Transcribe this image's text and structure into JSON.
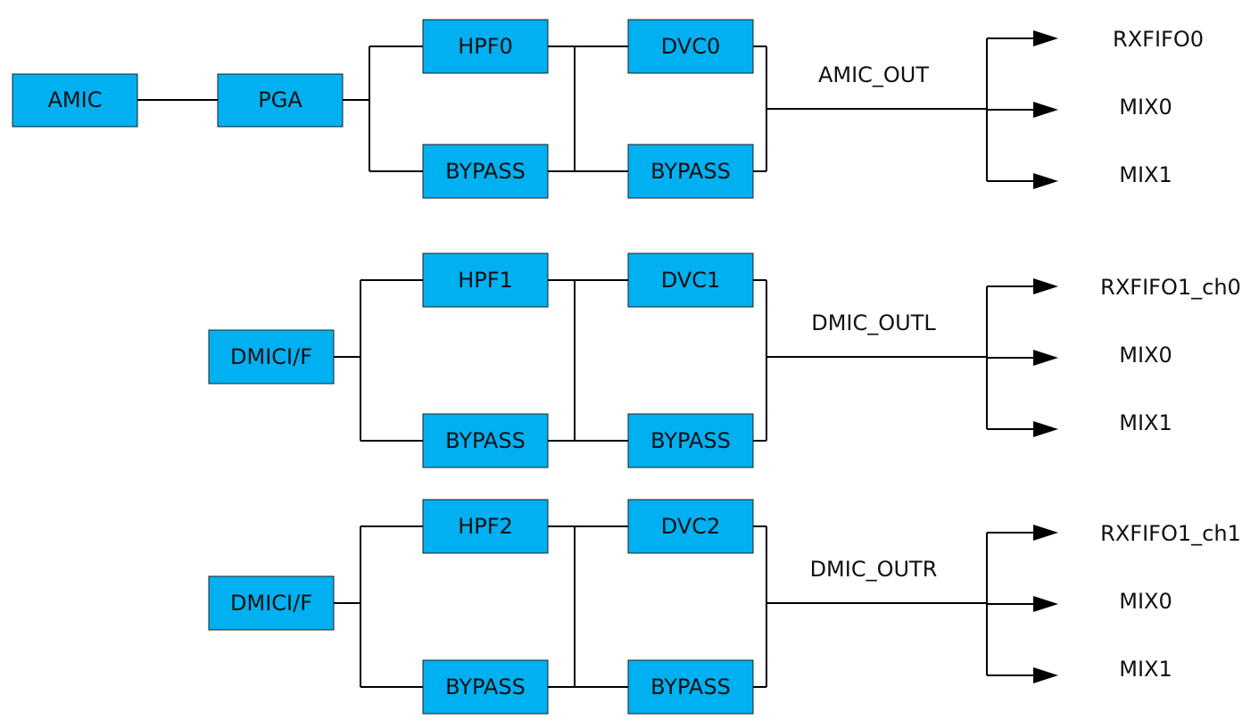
{
  "colors": {
    "block_fill": "#00b0f0",
    "line": "#000000"
  },
  "rows": [
    {
      "source": "AMIC",
      "pga": "PGA",
      "hpf": "HPF0",
      "hpf_bypass": "BYPASS",
      "dvc": "DVC0",
      "dvc_bypass": "BYPASS",
      "output": "AMIC_OUT",
      "destinations": [
        "RXFIFO0",
        "MIX0",
        "MIX1"
      ]
    },
    {
      "source": "DMICI/F",
      "hpf": "HPF1",
      "hpf_bypass": "BYPASS",
      "dvc": "DVC1",
      "dvc_bypass": "BYPASS",
      "output": "DMIC_OUTL",
      "destinations": [
        "RXFIFO1_ch0",
        "MIX0",
        "MIX1"
      ]
    },
    {
      "source": "DMICI/F",
      "hpf": "HPF2",
      "hpf_bypass": "BYPASS",
      "dvc": "DVC2",
      "dvc_bypass": "BYPASS",
      "output": "DMIC_OUTR",
      "destinations": [
        "RXFIFO1_ch1",
        "MIX0",
        "MIX1"
      ]
    }
  ]
}
